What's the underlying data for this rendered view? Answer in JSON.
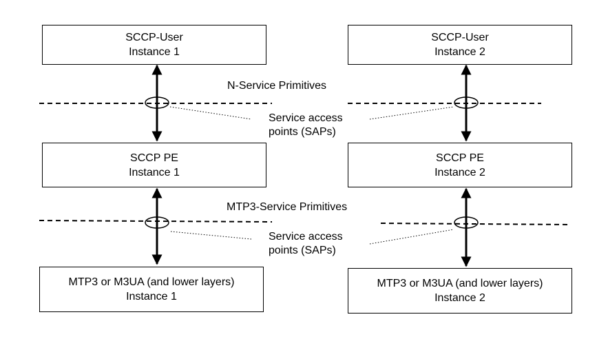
{
  "left_column": {
    "user": {
      "title": "SCCP-User",
      "instance": "Instance 1"
    },
    "pe": {
      "title": "SCCP PE",
      "instance": "Instance 1"
    },
    "mtp": {
      "title": "MTP3 or M3UA (and lower layers)",
      "instance": "Instance 1"
    }
  },
  "right_column": {
    "user": {
      "title": "SCCP-User",
      "instance": "Instance 2"
    },
    "pe": {
      "title": "SCCP PE",
      "instance": "Instance 2"
    },
    "mtp": {
      "title": "MTP3 or M3UA (and lower layers)",
      "instance": "Instance 2"
    }
  },
  "upper_interface": {
    "primitives_label": "N-Service Primitives",
    "sap_label_line1": "Service access",
    "sap_label_line2": "points (SAPs)"
  },
  "lower_interface": {
    "primitives_label": "MTP3-Service Primitives",
    "sap_label_line1": "Service access",
    "sap_label_line2": "points (SAPs)"
  }
}
